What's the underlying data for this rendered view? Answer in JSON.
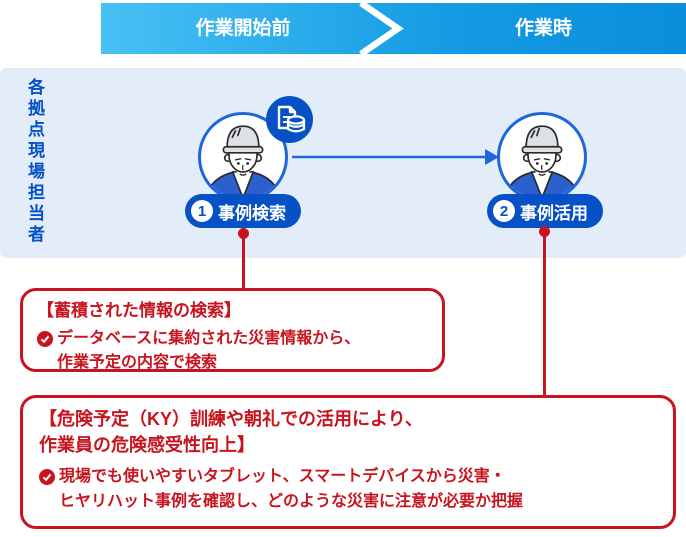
{
  "header": {
    "phases": [
      {
        "label": "作業開始前"
      },
      {
        "label": "作業時"
      }
    ],
    "divider_icon": "chevron-right-icon"
  },
  "swimlane": {
    "label": "各拠点現場担当者"
  },
  "nodes": [
    {
      "number": "1",
      "label": "事例検索",
      "avatar_icon": "worker-avatar-icon",
      "badge_icon": "document-database-icon"
    },
    {
      "number": "2",
      "label": "事例活用",
      "avatar_icon": "worker-avatar-icon"
    }
  ],
  "callouts": [
    {
      "title_lines": [
        "【蓄積された情報の検索】"
      ],
      "items": [
        {
          "icon": "check-circle-icon",
          "lines": [
            "データベースに集約された災害情報から、",
            "作業予定の内容で検索"
          ]
        }
      ]
    },
    {
      "title_lines": [
        "【危険予定（KY）訓練や朝礼での活用により、",
        "作業員の危険感受性向上】"
      ],
      "items": [
        {
          "icon": "check-circle-icon",
          "lines": [
            "現場でも使いやすいタブレット、スマートデバイスから災害・",
            "ヒヤリハット事例を確認し、どのような災害に注意が必要か把握"
          ]
        }
      ]
    }
  ],
  "colors": {
    "phase_bar_gradient_start": "#47C1F4",
    "phase_bar_gradient_end": "#0A8EDB",
    "lane_background": "#E3EDF9",
    "primary_blue": "#0551C5",
    "node_border_blue": "#1E66D9",
    "callout_red": "#C8141E"
  }
}
